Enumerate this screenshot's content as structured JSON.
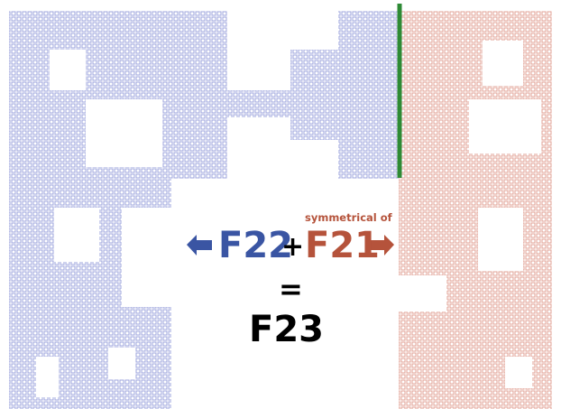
{
  "labels": {
    "left_term": "F22",
    "plus": "+",
    "right_term": "F21",
    "right_note": "symmetrical of",
    "equals": "=",
    "result": "F23"
  },
  "colors": {
    "left_fractal": "#9ea4dc",
    "right_fractal": "#e2a294",
    "left_term": "#3a55a3",
    "right_term": "#b5533b",
    "fold_line": "#2e8a35",
    "text": "#000000"
  },
  "icons": {
    "left_arrow": "arrow-left-icon",
    "right_arrow": "arrow-right-icon"
  }
}
